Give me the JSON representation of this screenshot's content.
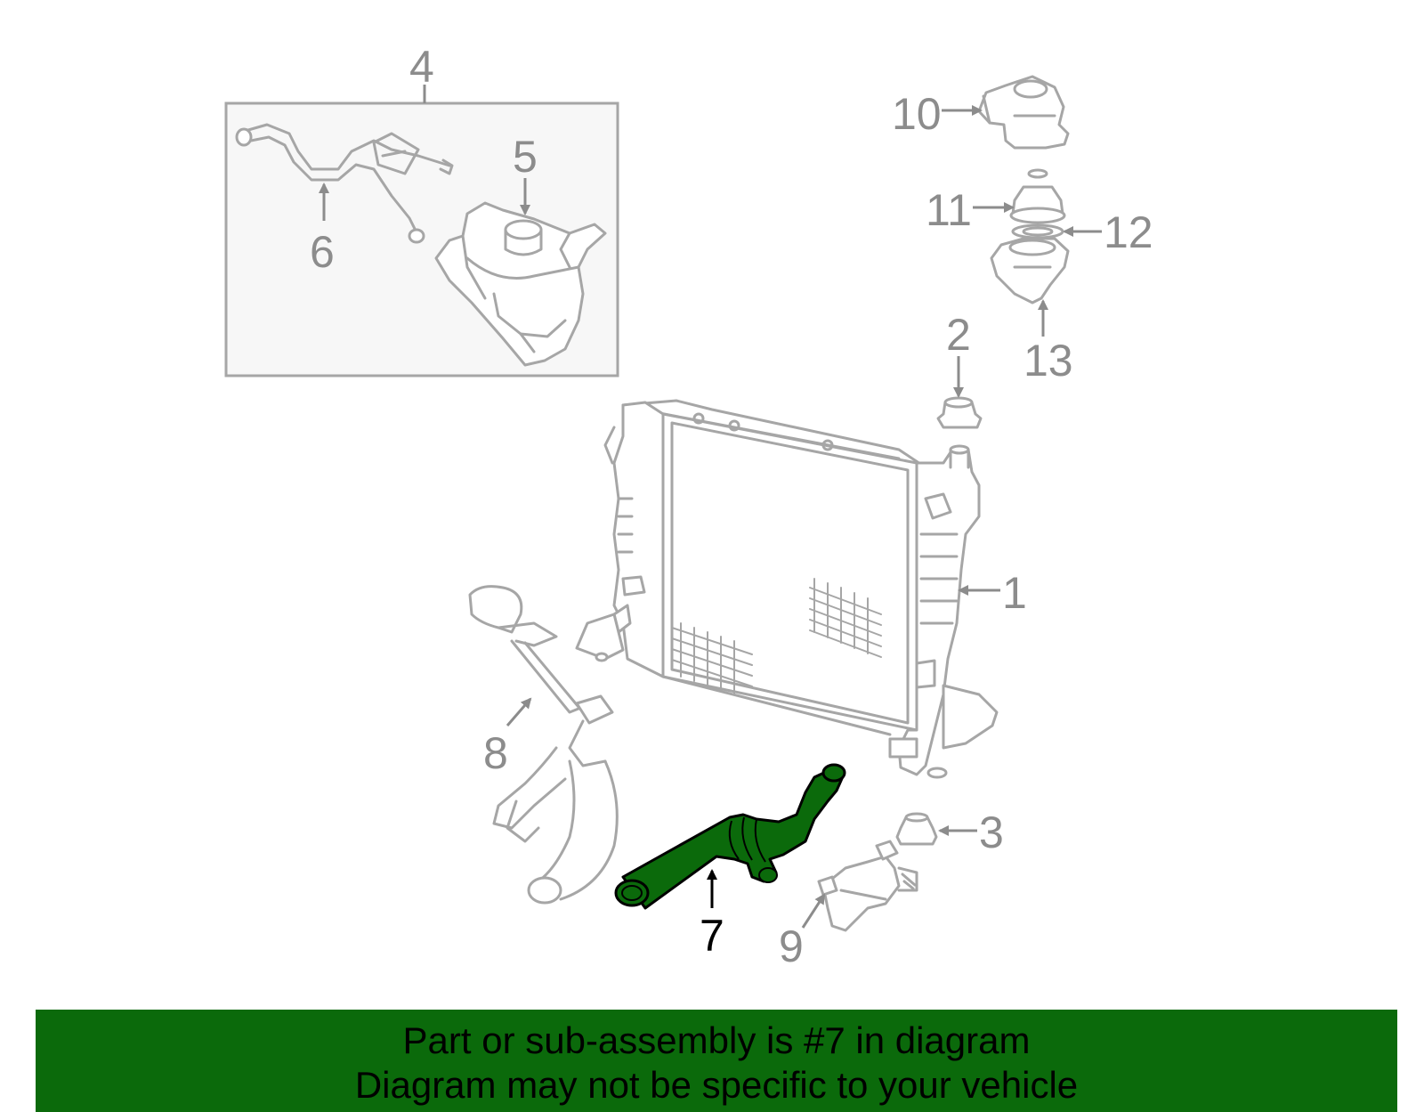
{
  "colors": {
    "part_stroke": "#a6a6a6",
    "callout_text": "#8c8c8c",
    "highlight_fill": "#0b6a0b",
    "highlight_stroke": "#000000",
    "banner_background": "#0b6a0b"
  },
  "callouts": {
    "c1": "1",
    "c2": "2",
    "c3": "3",
    "c4": "4",
    "c5": "5",
    "c6": "6",
    "c7": "7",
    "c8": "8",
    "c9": "9",
    "c10": "10",
    "c11": "11",
    "c12": "12",
    "c13": "13"
  },
  "highlighted_part": "7",
  "banner": {
    "line1": "Part or sub-assembly is #7 in diagram",
    "line2": "Diagram may not be specific to your vehicle"
  }
}
